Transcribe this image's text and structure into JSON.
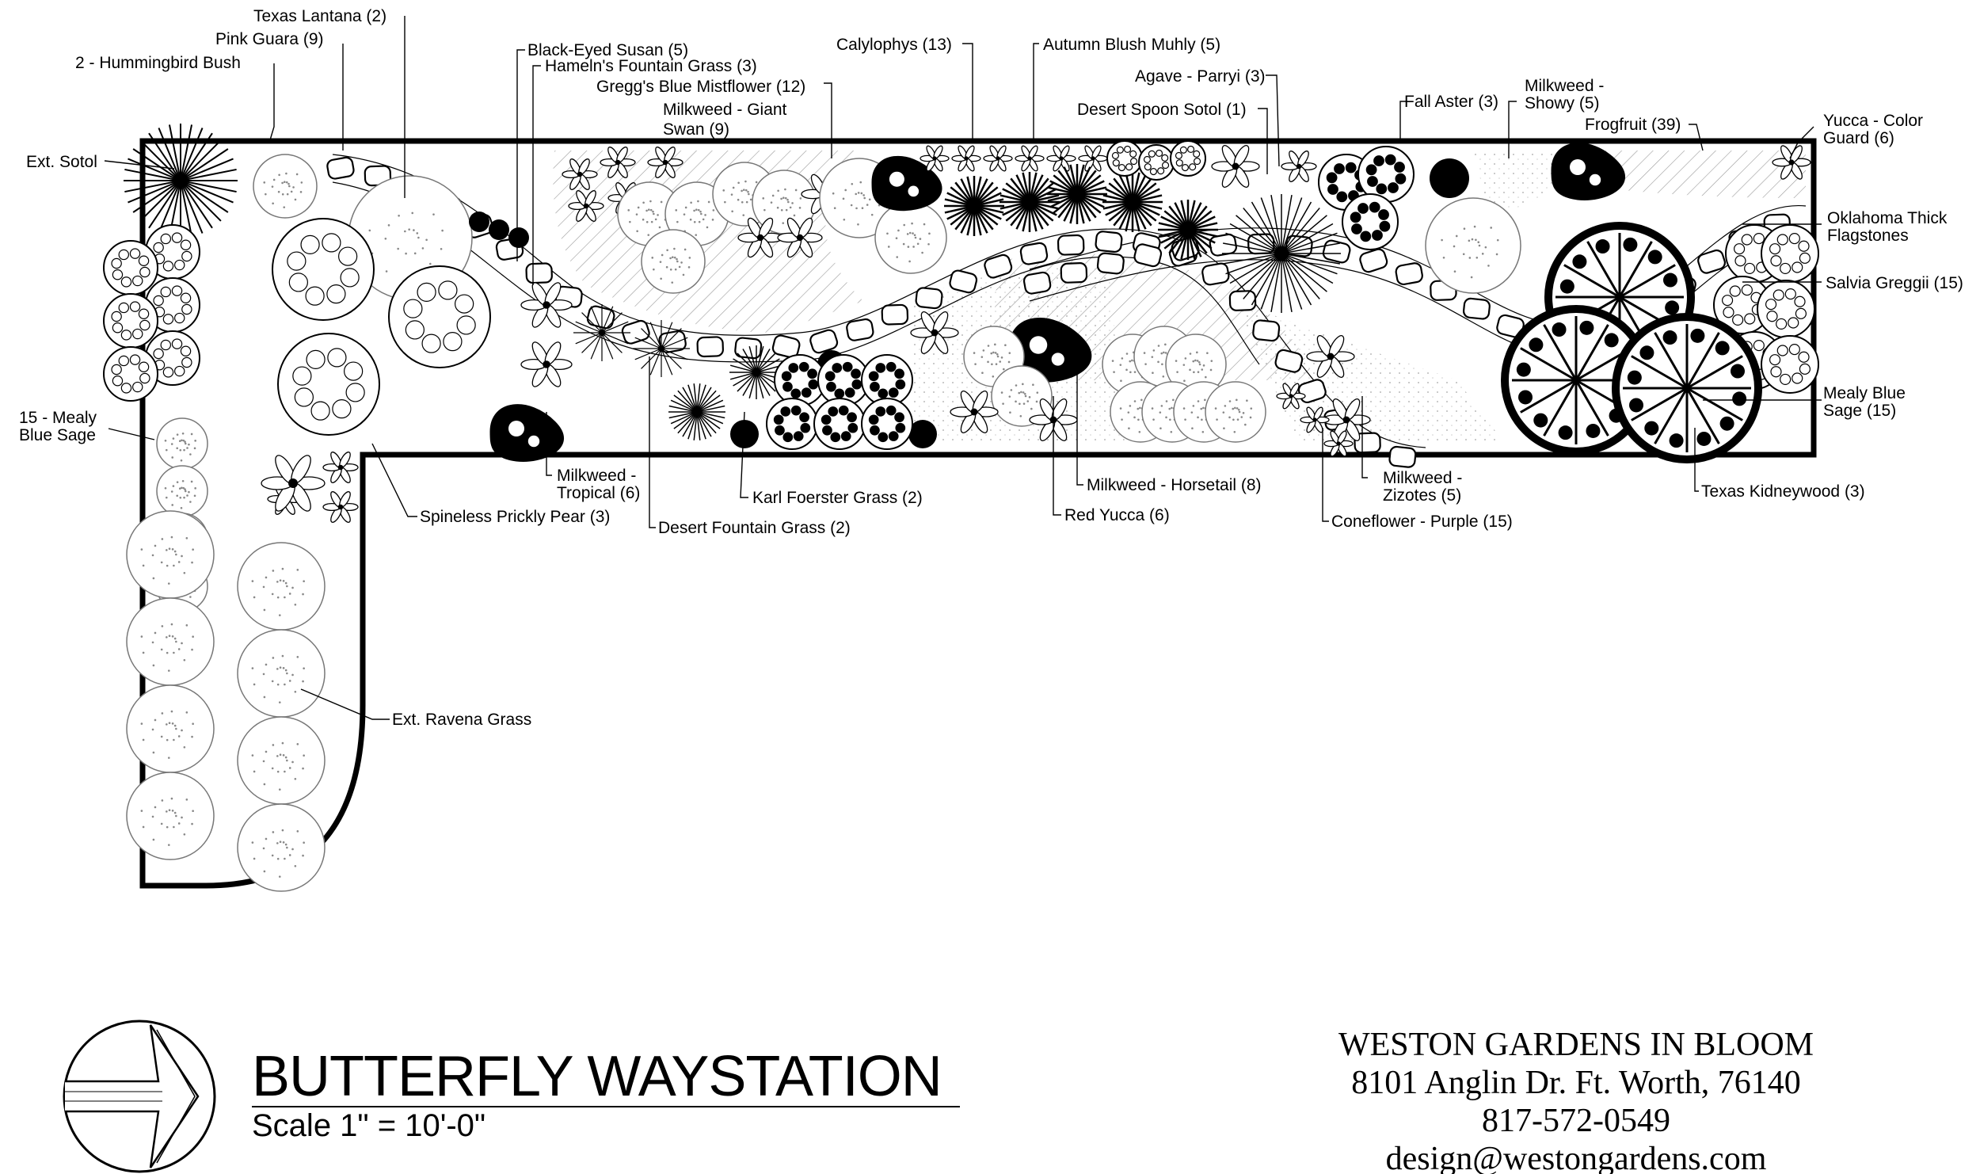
{
  "title": "BUTTERFLY WAYSTATION",
  "scale": "Scale 1\" = 10'-0\"",
  "company": {
    "name": "WESTON GARDENS IN BLOOM",
    "address": "8101 Anglin Dr. Ft. Worth, 76140",
    "phone": "817-572-0549",
    "email": "design@westongardens.com"
  },
  "labels": {
    "texas_lantana": "Texas Lantana (2)",
    "pink_guara": "Pink Guara (9)",
    "hummingbird_bush": "2 - Hummingbird Bush",
    "ext_sotol": "Ext. Sotol",
    "black_eyed_susan": "Black-Eyed Susan (5)",
    "hamelns_fountain_grass": "Hameln's Fountain Grass (3)",
    "greggs_blue_mistflower": "Gregg's Blue Mistflower (12)",
    "milkweed_giant_swan_1": "Milkweed - Giant",
    "milkweed_giant_swan_2": "Swan (9)",
    "calylophys": "Calylophys (13)",
    "autumn_blush_muhly": "Autumn Blush Muhly (5)",
    "agave_parryi": "Agave - Parryi (3)",
    "desert_spoon_sotol": "Desert Spoon Sotol (1)",
    "fall_aster": "Fall Aster (3)",
    "milkweed_showy_1": "Milkweed -",
    "milkweed_showy_2": "Showy (5)",
    "frogfruit": "Frogfruit (39)",
    "yucca_color_guard_1": "Yucca - Color",
    "yucca_color_guard_2": "Guard (6)",
    "oklahoma_flagstones_1": "Oklahoma Thick",
    "oklahoma_flagstones_2": "Flagstones",
    "salvia_greggii": "Salvia Greggii (15)",
    "mealy_blue_sage_r1": "Mealy Blue",
    "mealy_blue_sage_r2": "Sage (15)",
    "texas_kidneywood": "Texas Kidneywood (3)",
    "mealy_blue_sage_l1": "15 - Mealy",
    "mealy_blue_sage_l2": "Blue Sage",
    "spineless_prickly_pear": "Spineless Prickly Pear (3)",
    "milkweed_tropical_1": "Milkweed -",
    "milkweed_tropical_2": "Tropical (6)",
    "desert_fountain_grass": "Desert Fountain Grass (2)",
    "karl_foerster_grass": "Karl Foerster Grass (2)",
    "milkweed_horsetail": "Milkweed - Horsetail (8)",
    "red_yucca": "Red Yucca (6)",
    "milkweed_zizotes_1": "Milkweed -",
    "milkweed_zizotes_2": "Zizotes (5)",
    "coneflower_purple": "Coneflower - Purple (15)",
    "ext_ravena_grass": "Ext. Ravena Grass"
  }
}
